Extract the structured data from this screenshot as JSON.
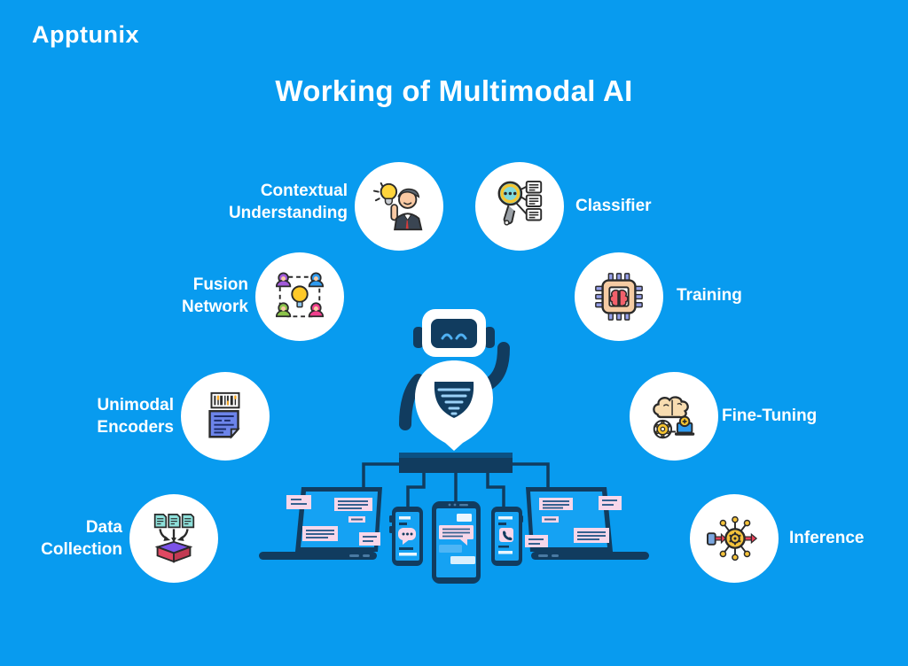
{
  "brand": {
    "name": "Apptunix"
  },
  "title": "Working of Multimodal AI",
  "nodes": [
    {
      "id": "contextual-understanding",
      "label": "Contextual Understanding",
      "label_lines": [
        "Contextual",
        "Understanding"
      ],
      "icon": "person-idea-icon",
      "side": "left"
    },
    {
      "id": "classifier",
      "label": "Classifier",
      "label_lines": [
        "Classifier"
      ],
      "icon": "magnifier-classify-icon",
      "side": "right"
    },
    {
      "id": "fusion-network",
      "label": "Fusion Network",
      "label_lines": [
        "Fusion",
        "Network"
      ],
      "icon": "people-bulb-network-icon",
      "side": "left"
    },
    {
      "id": "training",
      "label": "Training",
      "label_lines": [
        "Training"
      ],
      "icon": "brain-chip-icon",
      "side": "right"
    },
    {
      "id": "unimodal-encoders",
      "label": "Unimodal Encoders",
      "label_lines": [
        "Unimodal",
        "Encoders"
      ],
      "icon": "barcode-document-icon",
      "side": "left"
    },
    {
      "id": "fine-tuning",
      "label": "Fine-Tuning",
      "label_lines": [
        "Fine-Tuning"
      ],
      "icon": "brain-gear-laptop-icon",
      "side": "right"
    },
    {
      "id": "data-collection",
      "label": "Data Collection",
      "label_lines": [
        "Data",
        "Collection"
      ],
      "icon": "documents-into-box-icon",
      "side": "left"
    },
    {
      "id": "inference",
      "label": "Inference",
      "label_lines": [
        "Inference"
      ],
      "icon": "gear-network-arrows-icon",
      "side": "right"
    }
  ],
  "center": {
    "robot_icon": "robot-assistant-icon",
    "devices_icon": "connected-devices-hub-icon"
  },
  "colors": {
    "background": "#089BEF",
    "navy": "#113C5F",
    "circle_fill": "#FFFFFF",
    "text": "#FFFFFF",
    "screen_blue": "#15A2F3",
    "pink_card": "#F8D7EA",
    "accent_yellow": "#F7C632"
  }
}
